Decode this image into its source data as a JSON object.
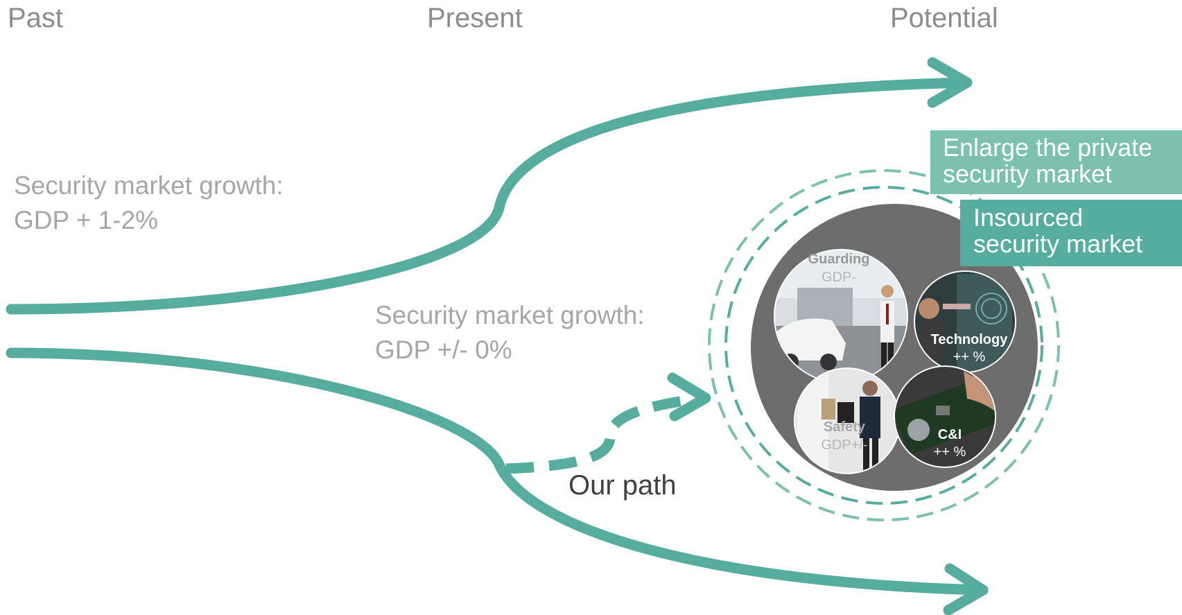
{
  "headers": {
    "past": "Past",
    "present": "Present",
    "potential": "Potential"
  },
  "upper_growth": {
    "line1": "Security market growth:",
    "line2": "GDP  + 1-2%"
  },
  "middle_growth": {
    "line1": "Security market growth:",
    "line2": "GDP  +/- 0%"
  },
  "our_path": "Our path",
  "boxes": {
    "enlarge": {
      "line1": "Enlarge the private",
      "line2": "security market"
    },
    "insourced": {
      "line1": "Insourced",
      "line2": "security market"
    }
  },
  "segments": {
    "guarding": {
      "name": "Guarding",
      "rate": "GDP-"
    },
    "technology": {
      "name": "Technology",
      "rate": "++ %"
    },
    "safety": {
      "name": "Safety",
      "rate": "GDP+/-"
    },
    "ci": {
      "name": "C&I",
      "rate": "++ %"
    }
  },
  "colors": {
    "teal": "#56ad9d",
    "teal_light": "#7cc0b0",
    "dark_circle": "#6d6d6d",
    "grey_text": "#a6a6a6"
  }
}
